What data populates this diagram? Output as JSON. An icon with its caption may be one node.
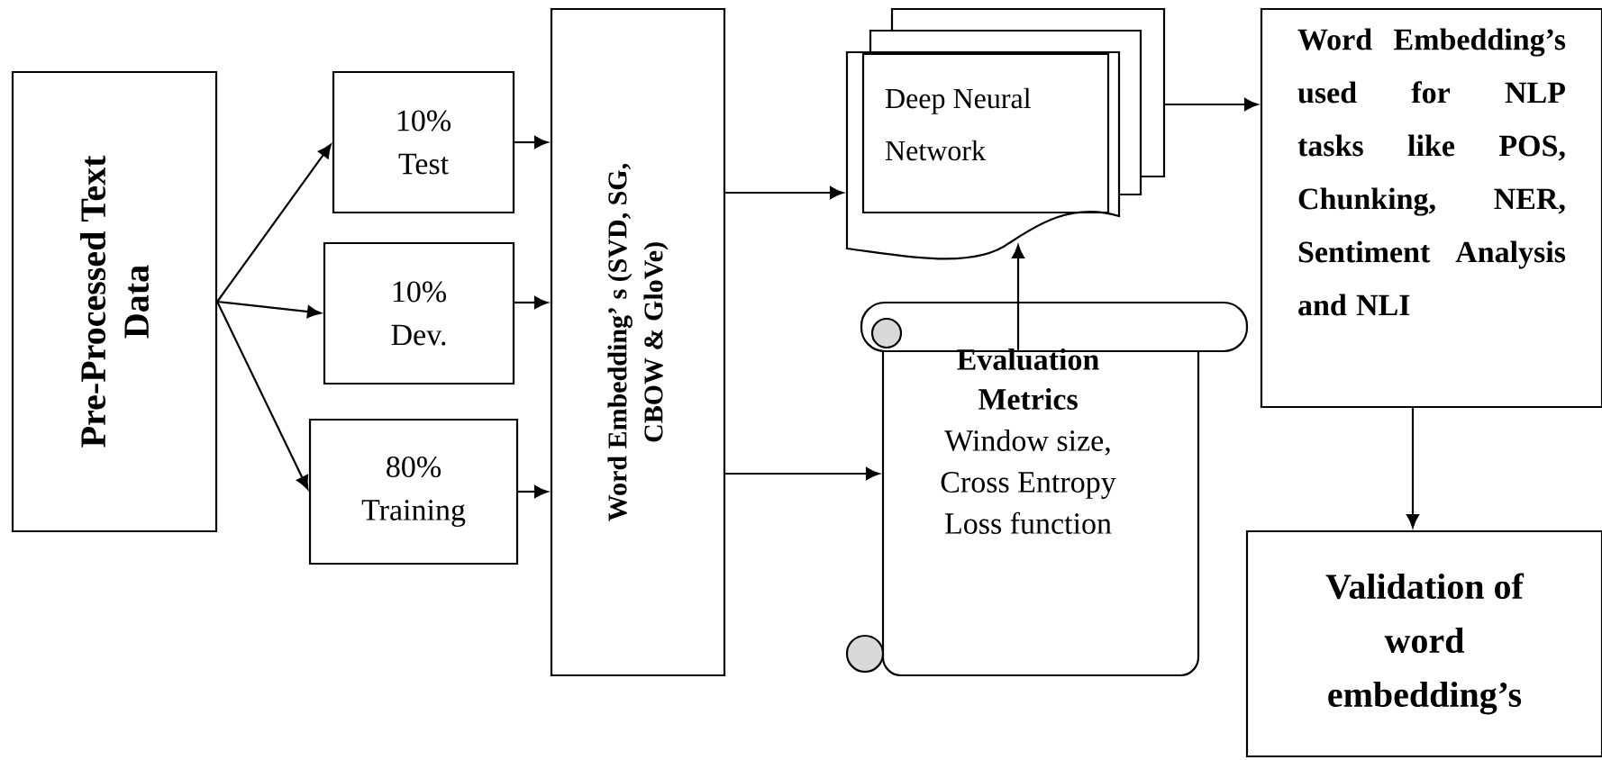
{
  "diagram": {
    "nodes": [
      {
        "text": [
          "Pre-Processed Text Data"
        ]
      },
      {
        "text": [
          "10% Test"
        ]
      },
      {
        "text": [
          "10% Dev."
        ]
      },
      {
        "text": [
          "80% Training"
        ]
      },
      {
        "text": [
          "Word Embedding’ s (SVD, SG, CBOW & GloVe)"
        ]
      },
      {
        "text": [
          "Deep Neural Network"
        ]
      },
      {
        "text": [
          "Evaluation Metrics",
          "Window size, Cross Entropy Loss function"
        ]
      },
      {
        "text": [
          "Word Embedding’s used for NLP tasks like POS, Chunking, NER, Sentiment Analysis and NLI"
        ]
      },
      {
        "text": [
          "Validation of word embedding’s"
        ]
      }
    ],
    "edges": [
      {
        "from": 0,
        "to": 1,
        "arrow": "to"
      },
      {
        "from": 0,
        "to": 2,
        "arrow": "to"
      },
      {
        "from": 0,
        "to": 3,
        "arrow": "to"
      },
      {
        "from": 1,
        "to": 4,
        "arrow": "to"
      },
      {
        "from": 2,
        "to": 4,
        "arrow": "to"
      },
      {
        "from": 3,
        "to": 4,
        "arrow": "to"
      },
      {
        "from": 4,
        "to": 5,
        "arrow": "to"
      },
      {
        "from": 4,
        "to": 6,
        "arrow": "to"
      },
      {
        "from": 6,
        "to": 5,
        "arrow": "to"
      },
      {
        "from": 5,
        "to": 7,
        "arrow": "to"
      },
      {
        "from": 7,
        "to": 8,
        "arrow": "to"
      }
    ]
  }
}
